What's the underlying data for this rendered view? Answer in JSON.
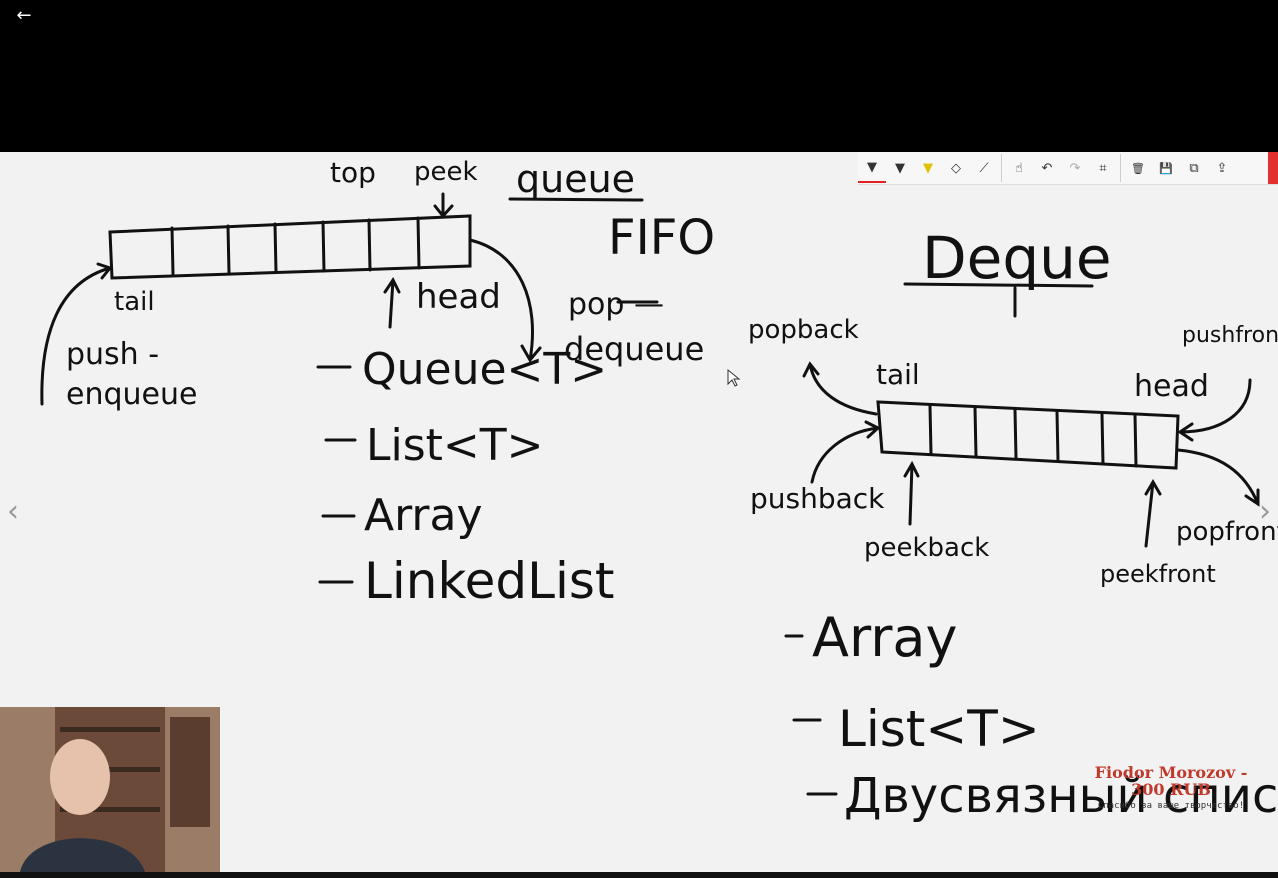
{
  "topbar": {
    "back_icon": "arrow-left-icon",
    "back_glyph": "←"
  },
  "board": {
    "queue": {
      "title": "queue",
      "fifo": "FIFO",
      "top_label": "top",
      "peek_label": "peek",
      "tail_label": "tail",
      "head_label": "head",
      "push_label": "push -",
      "enqueue_label": "enqueue",
      "pop_label": "pop —",
      "dequeue_label": "dequeue",
      "impl_list": [
        "Queue<T>",
        "List<T>",
        "Array",
        "LinkedList"
      ]
    },
    "deque": {
      "title": "Deque",
      "popback_label": "popback",
      "pushfront_label": "pushfront",
      "tail_label": "tail",
      "head_label": "head",
      "pushback_label": "pushback",
      "peekback_label": "peekback",
      "peekfront_label": "peekfront",
      "popfront_label": "popfront",
      "impl_list": [
        "Array",
        "List<T>",
        "Двусвязный список"
      ]
    }
  },
  "toolbar": {
    "tools": [
      {
        "name": "ballpoint-pen-icon",
        "glyph": "▼",
        "active": true
      },
      {
        "name": "pencil-icon",
        "glyph": "▼",
        "active": false
      },
      {
        "name": "highlighter-icon",
        "glyph": "▼",
        "active": false
      },
      {
        "name": "eraser-icon",
        "glyph": "◇",
        "active": false
      },
      {
        "name": "ruler-icon",
        "glyph": "⟋",
        "active": false
      }
    ],
    "actions_mid": [
      {
        "name": "touch-writing-icon",
        "glyph": "☝"
      },
      {
        "name": "undo-icon",
        "glyph": "↶"
      },
      {
        "name": "redo-icon",
        "glyph": "↷"
      },
      {
        "name": "crop-icon",
        "glyph": "⌗"
      }
    ],
    "actions_end": [
      {
        "name": "delete-icon",
        "glyph": "🗑"
      },
      {
        "name": "save-icon",
        "glyph": "💾"
      },
      {
        "name": "copy-icon",
        "glyph": "⧉"
      },
      {
        "name": "share-icon",
        "glyph": "⇪"
      }
    ],
    "accent_color": "#e03030"
  },
  "nav": {
    "prev_glyph": "‹",
    "next_glyph": "›"
  },
  "donation": {
    "title": "Fiodor Morozov - 300 RUB",
    "message": "Спасибо за ваше творчество!"
  },
  "colors": {
    "ink": "#111111",
    "board_bg": "#f2f2f2",
    "donation": "#c0392b"
  }
}
